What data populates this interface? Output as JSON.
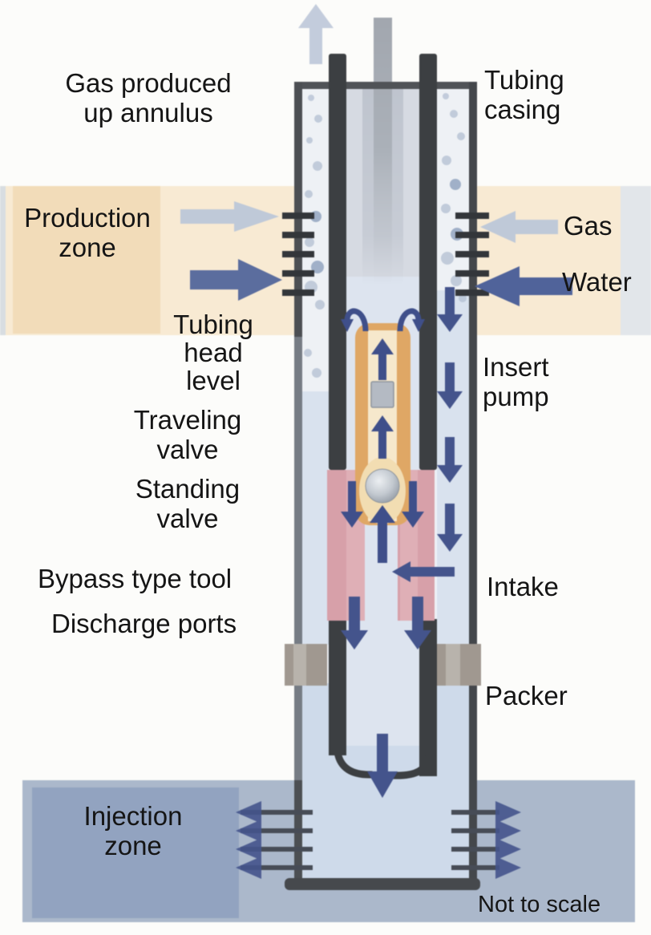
{
  "diagram": {
    "labels": {
      "gas_produced": "Gas produced\nup annulus",
      "tubing_casing": "Tubing\ncasing",
      "production_zone": "Production\nzone",
      "gas": "Gas",
      "water": "Water",
      "tubing_head_level": "Tubing\nhead\nlevel",
      "traveling_valve": "Traveling\nvalve",
      "standing_valve": "Standing\nvalve",
      "insert_pump": "Insert\npump",
      "bypass_tool": "Bypass type tool",
      "discharge_ports": "Discharge ports",
      "intake": "Intake",
      "packer": "Packer",
      "injection_zone": "Injection\nzone",
      "not_to_scale": "Not to scale"
    },
    "colors": {
      "production_zone_band": "#f8ead3",
      "production_zone_block": "#f2dcb9",
      "injection_zone_band": "#abb8cb",
      "injection_zone_block": "#92a3c0",
      "flow_arrow_dark": "#44548c",
      "flow_arrow_light": "#bcc7d8",
      "pump_barrel_orange": "#dfa765",
      "bypass_tool_pink": "#d7a0a9",
      "packer_gray": "#a09890",
      "steel_dark": "#3c3f42",
      "casing_gray": "#4c4f53"
    }
  }
}
